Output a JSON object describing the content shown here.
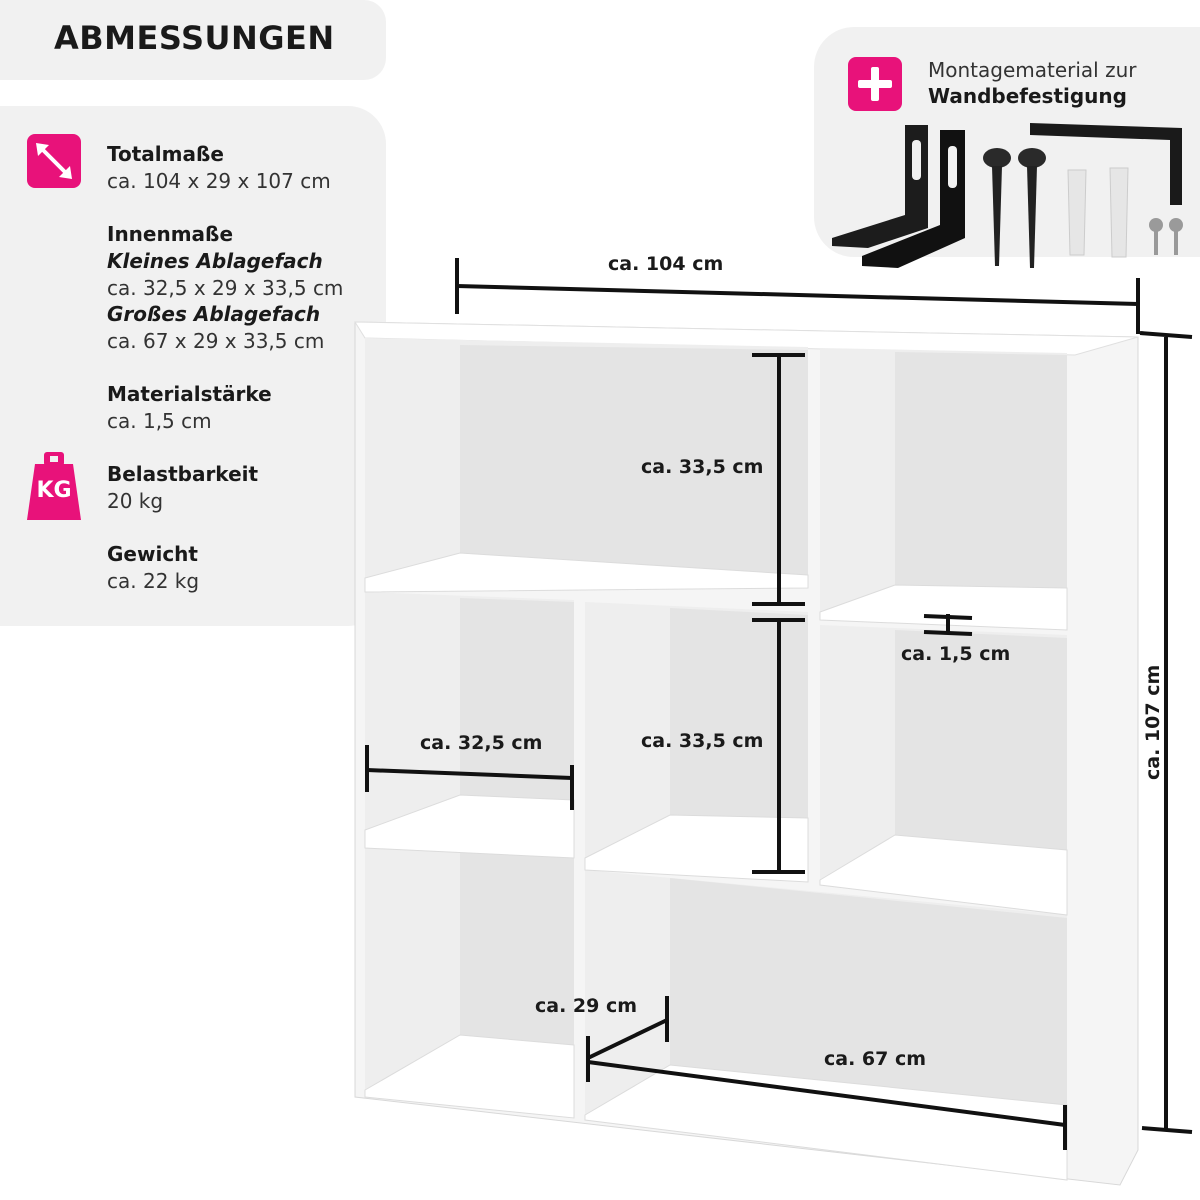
{
  "header": {
    "title": "ABMESSUNGEN"
  },
  "specs": {
    "total_label": "Totalmaße",
    "total_value": "ca. 104 x 29 x 107 cm",
    "inner_label": "Innenmaße",
    "small_label": "Kleines Ablagefach",
    "small_value": "ca. 32,5 x 29 x 33,5 cm",
    "large_label": "Großes Ablagefach",
    "large_value": "ca. 67 x 29 x 33,5 cm",
    "material_label": "Materialstärke",
    "material_value": "ca. 1,5 cm",
    "load_label": "Belastbarkeit",
    "load_value": "20 kg",
    "weight_label": "Gewicht",
    "weight_value": "ca. 22 kg",
    "kg_icon_text": "KG"
  },
  "mounting": {
    "line1": "Montagematerial zur",
    "line2": "Wandbefestigung"
  },
  "dimensions": {
    "width": "ca. 104 cm",
    "height": "ca. 107 cm",
    "top_compartment_height": "ca. 33,5 cm",
    "middle_compartment_height": "ca. 33,5 cm",
    "board_thickness": "ca. 1,5 cm",
    "small_compartment_width": "ca. 32,5 cm",
    "depth": "ca. 29 cm",
    "large_compartment_width": "ca. 67 cm"
  },
  "colors": {
    "accent": "#e8127a",
    "panel": "#f1f1f1",
    "shelf": "#ffffff",
    "shelf_shadow": "#e6e6e6"
  },
  "icons": [
    "diagonal-arrows-icon",
    "kg-weight-icon",
    "plus-icon"
  ]
}
